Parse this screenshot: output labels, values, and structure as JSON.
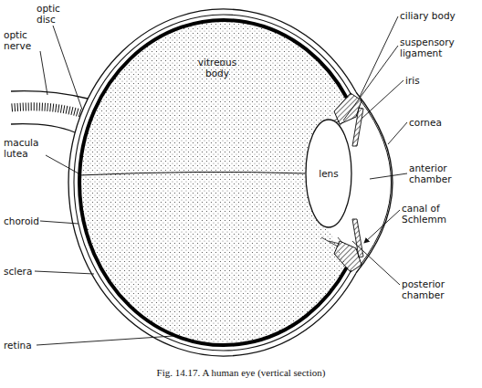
{
  "diagram": {
    "caption": "Fig. 14.17. A human eye (vertical section)",
    "nodes": [
      {
        "text": [
          "lens"
        ]
      }
    ],
    "labels": [
      "optic disc",
      "optic nerve",
      "macula lutea",
      "choroid",
      "sclera",
      "retina",
      "vitreous body",
      "ciliary body",
      "suspensory ligament",
      "iris",
      "cornea",
      "anterior chamber",
      "canal of Schlemm",
      "posterior chamber"
    ]
  }
}
